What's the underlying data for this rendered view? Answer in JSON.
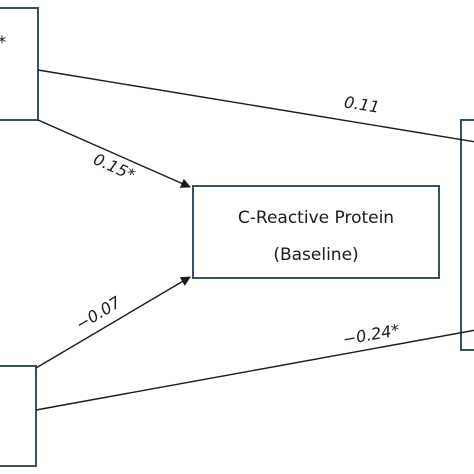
{
  "diagram": {
    "nodes": {
      "top_left": {
        "label": "*"
      },
      "center": {
        "label_line1": "C-Reactive Protein",
        "label_line2": "(Baseline)"
      },
      "bottom_left": {
        "label": ""
      },
      "right": {
        "label": ""
      }
    },
    "paths": {
      "top_to_right": "0.11",
      "top_to_center": "0.15*",
      "bottom_to_center": "−0.07",
      "bottom_to_right": "−0.24*"
    }
  }
}
